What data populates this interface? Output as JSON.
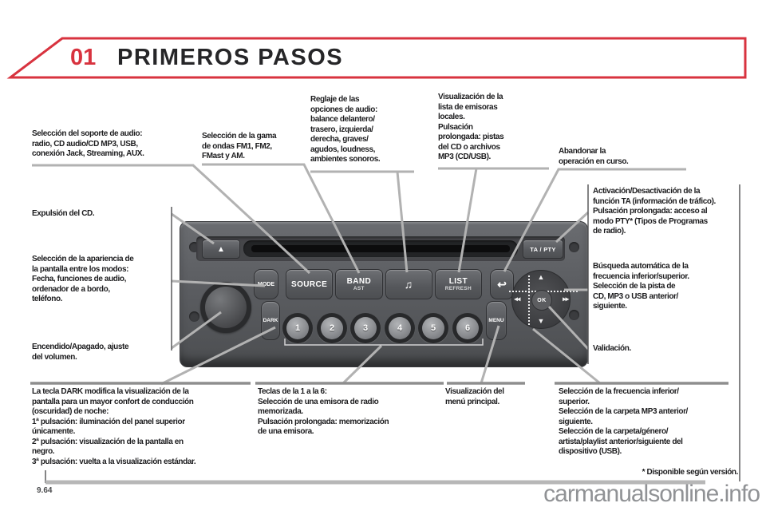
{
  "header": {
    "chapter": "01",
    "title": "PRIMEROS PASOS"
  },
  "footer": {
    "page_number": "9.64",
    "footnote": "* Disponible según versión.",
    "watermark": "carmanualsonline.info"
  },
  "callouts": {
    "media_source": "Selección del soporte de audio:\nradio, CD audio/CD MP3, USB,\nconexión Jack, Streaming, AUX.",
    "wave_band": "Selección de la gama\nde ondas FM1, FM2,\nFMast y AM.",
    "audio_settings": "Reglaje de las\nopciones de audio:\nbalance delantero/\ntrasero, izquierda/\nderecha, graves/\nagudos, loudness,\nambientes sonoros.",
    "station_list": "Visualización de la\nlista de emisoras\nlocales.\nPulsación\nprolongada: pistas\ndel CD o archivos\nMP3 (CD/USB).",
    "abort": "Abandonar la\noperación en curso.",
    "ta_pty": "Activación/Desactivación de la\nfunción TA (información de tráfico).\nPulsación prolongada: acceso al\nmodo PTY* (Tipos de Programas\nde radio).",
    "auto_search": "Búsqueda automática de la\nfrecuencia inferior/superior.\nSelección de la pista de\nCD, MP3 o USB anterior/\nsiguiente.",
    "validation": "Validación.",
    "eject": "Expulsión del CD.",
    "display_mode": "Selección de la apariencia de\nla pantalla entre los modos:\nFecha, funciones de audio,\nordenador de a bordo,\nteléfono.",
    "power": "Encendido/Apagado, ajuste\ndel volumen.",
    "dark": "La tecla DARK modifica la visualización de la\npantalla para un mayor confort de conducción\n(oscuridad) de noche:\n1ª pulsación: iluminación del panel superior\núnicamente.\n2ª pulsación: visualización de la pantalla en\nnegro.\n3ª pulsación: vuelta a la visualización estándar.",
    "presets": "Teclas de la 1 a la 6:\nSelección de una emisora de radio\nmemorizada.\nPulsación prolongada: memorización\nde una emisora.",
    "main_menu": "Visualización del\nmenú principal.",
    "frequency": "Selección de la frecuencia inferior/\nsuperior.\nSelección de la carpeta MP3 anterior/\nsiguiente.\nSelección de la carpeta/género/\nartista/playlist anterior/siguiente del\ndispositivo (USB)."
  },
  "radio": {
    "eject_icon": "▲",
    "ta_pty": "TA / PTY",
    "mode": "MODE",
    "source": "SOURCE",
    "band": "BAND",
    "band_sub": "AST",
    "music_icon": "♫",
    "list": "LIST",
    "list_sub": "REFRESH",
    "back_icon": "↩",
    "dark": "DARK",
    "menu": "MENU",
    "ok": "OK",
    "arrow_up": "▲",
    "arrow_down": "▼",
    "arrow_prev": "◀◀",
    "arrow_next": "▶▶",
    "presets": [
      "1",
      "2",
      "3",
      "4",
      "5",
      "6"
    ]
  },
  "colors": {
    "accent_red": "#d8333f",
    "leader_gray": "#b2b2b2",
    "text_dark": "#1c1c1e",
    "radio_body": "#5b5d61"
  }
}
